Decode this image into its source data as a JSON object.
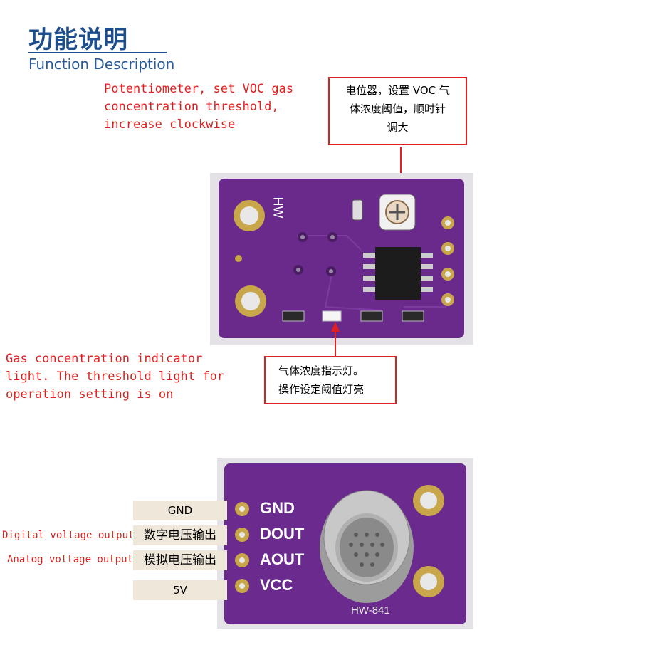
{
  "heading": {
    "title_cn": "功能说明",
    "title_en": "Function Description"
  },
  "potentiometer": {
    "en": [
      "Potentiometer, set VOC gas",
      "concentration threshold,",
      "increase clockwise"
    ],
    "cn": [
      "电位器，设置 VOC 气",
      "体浓度阈值，顺时针",
      "调大"
    ]
  },
  "indicator": {
    "en": [
      "Gas concentration indicator",
      "light. The threshold light for",
      "operation setting is on"
    ],
    "cn": [
      "气体浓度指示灯。",
      "操作设定阈值灯亮"
    ]
  },
  "board_top": {
    "silk": "HW"
  },
  "pins": {
    "gnd": {
      "label": "GND",
      "silk": "GND"
    },
    "dout": {
      "label": "数字电压输出",
      "silk": "DOUT",
      "en": "Digital voltage output"
    },
    "aout": {
      "label": "模拟电压输出",
      "silk": "AOUT",
      "en": "Analog voltage output"
    },
    "vcc": {
      "label": "5V",
      "silk": "VCC"
    }
  },
  "board_bottom": {
    "model": "HW-841"
  },
  "colors": {
    "accent_red": "#e02020",
    "title_blue": "#1f4e8c",
    "pcb_purple": "#6a2a8c"
  }
}
